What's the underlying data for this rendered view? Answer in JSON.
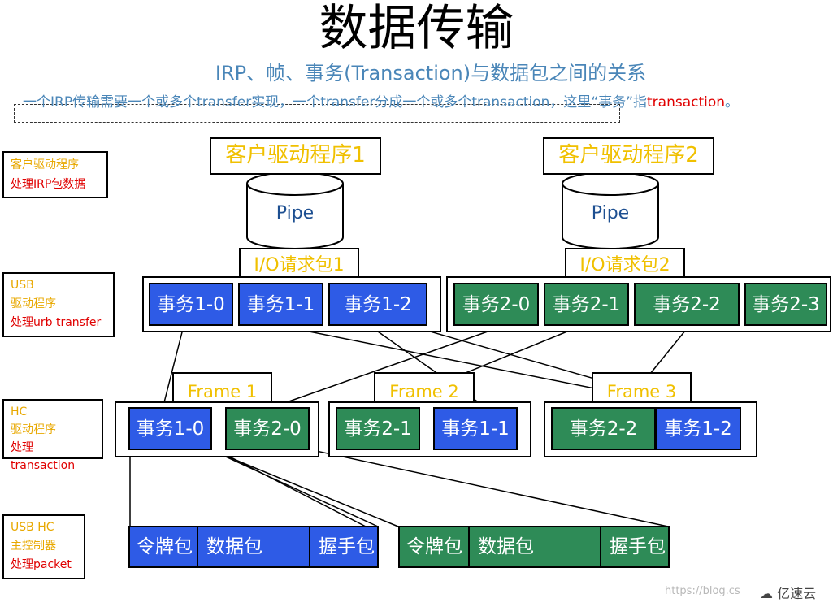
{
  "title": "数据传输",
  "subtitle": "IRP、帧、事务(Transaction)与数据包之间的关系",
  "description": {
    "prefix": "一个IRP传输需要一个或多个transfer实现，一个transfer分成一个或多个transaction，这里“事务”指",
    "highlight": "transaction",
    "suffix": "。"
  },
  "layers": [
    {
      "line1": "客户驱动程序",
      "line2": "处理IRP包数据"
    },
    {
      "line1": "USB",
      "line1b": "驱动程序",
      "line2": "处理urb transfer"
    },
    {
      "line1": "HC",
      "line1b": "驱动程序",
      "line2": "处理transaction"
    },
    {
      "line1": "USB HC",
      "line1b": "主控制器",
      "line2": "处理packet"
    }
  ],
  "clients": [
    "客户驱动程序1",
    "客户驱动程序2"
  ],
  "pipes": [
    "Pipe",
    "Pipe"
  ],
  "io_requests": [
    "I/O请求包1",
    "I/O请求包2"
  ],
  "urb_transactions": {
    "group1": [
      "事务1-0",
      "事务1-1",
      "事务1-2"
    ],
    "group2": [
      "事务2-0",
      "事务2-1",
      "事务2-2",
      "事务2-3"
    ]
  },
  "frames": [
    {
      "label": "Frame 1",
      "items": [
        "事务1-0",
        "事务2-0"
      ]
    },
    {
      "label": "Frame 2",
      "items": [
        "事务2-1",
        "事务1-1"
      ]
    },
    {
      "label": "Frame 3",
      "items": [
        "事务2-2",
        "事务1-2"
      ]
    }
  ],
  "packets": {
    "blue": [
      "令牌包",
      "数据包",
      "握手包"
    ],
    "green": [
      "令牌包",
      "数据包",
      "握手包"
    ]
  },
  "colors": {
    "blue": "#2e5be6",
    "green": "#2e8b57",
    "yellow": "#f0c000",
    "red": "#e00000",
    "accent": "#4a86b8"
  },
  "watermark": "https://blog.cs",
  "logo": "亿速云"
}
